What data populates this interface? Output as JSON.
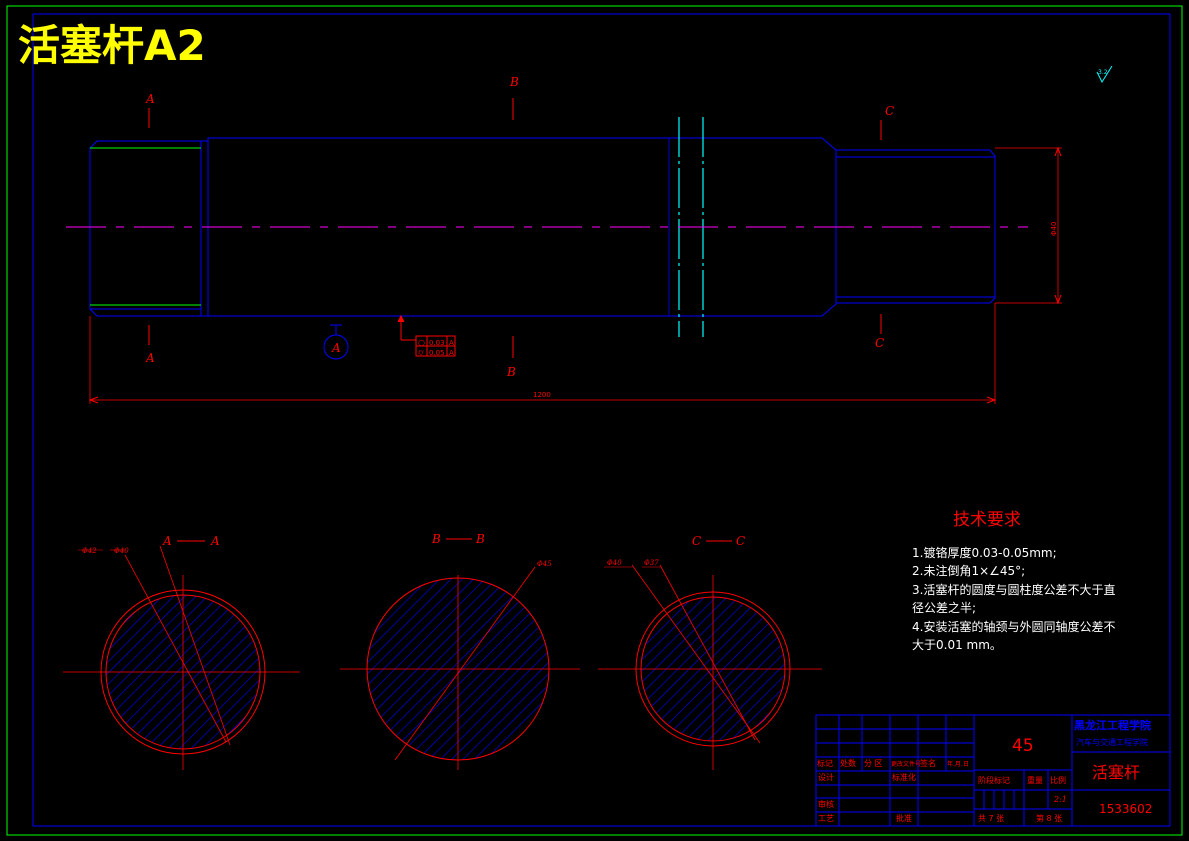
{
  "title": "活塞杆A2",
  "roughness_symbol": "3.2",
  "section_labels": {
    "a_top": "A",
    "a_bottom": "A",
    "b_top": "B",
    "b_bottom": "B",
    "c_top": "C",
    "c_bottom": "C"
  },
  "datum": "A",
  "tolerance_frame": {
    "row1": {
      "symbol": "○",
      "value": "0.03",
      "datum": "A"
    },
    "row2": {
      "symbol": "⌭",
      "value": "0.05",
      "datum": "A"
    }
  },
  "dimensions": {
    "overall_length": "1200",
    "right_diameter": "Φ40"
  },
  "sections": {
    "aa": {
      "title_left": "A",
      "title_right": "A",
      "dim1": "Φ42",
      "dim2": "Φ40"
    },
    "bb": {
      "title_left": "B",
      "title_right": "B",
      "dim1": "Φ45"
    },
    "cc": {
      "title_left": "C",
      "title_right": "C",
      "dim1": "Φ40",
      "dim2": "Φ37"
    }
  },
  "colors": {
    "background": "#000000",
    "outline": "#0000ff",
    "center_line": "#ff00ff",
    "section_red": "#ff0000",
    "text_white": "#ffffff",
    "title_yellow": "#ffff00",
    "frame_green": "#00ff00",
    "cyan": "#00ffff"
  },
  "tech_requirements": {
    "heading": "技术要求",
    "items": [
      "1.镀铬厚度0.03-0.05mm;",
      "2.未注倒角1×∠45°;",
      "3.活塞杆的圆度与圆柱度公差不大于直",
      "径公差之半;",
      "4.安装活塞的轴颈与外圆同轴度公差不",
      "大于0.01 mm。"
    ]
  },
  "title_block": {
    "material": "45",
    "school": "黑龙江工程学院",
    "department": "汽车与交通工程学院",
    "part_name": "活塞杆",
    "drawing_no": "1533602",
    "scale": "2:1",
    "row_labels": {
      "mark": "标记",
      "count": "处数",
      "zone": "分 区",
      "change_doc": "更改文件号",
      "signature": "签名",
      "date": "年.月.日",
      "design": "设计",
      "standardize": "标准化",
      "review": "审核",
      "process": "工艺",
      "approve": "批准",
      "stage_mark": "阶段标记",
      "weight": "重量",
      "ratio": "比例",
      "total_sheets": "共 7 张",
      "sheet_no": "第 8 张"
    }
  }
}
